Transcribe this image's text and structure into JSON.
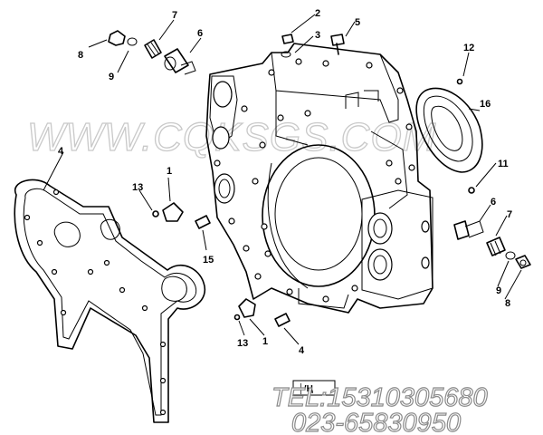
{
  "watermark": "WWW.CQKSGS.COM",
  "contact": {
    "tel": "TEL:15310305680",
    "phone": "023-65830950"
  },
  "figure_number": "│′Ң",
  "callouts": {
    "c1a": "1",
    "c1b": "1",
    "c2": "2",
    "c3": "3",
    "c4a": "4",
    "c4b": "4",
    "c5": "5",
    "c6a": "6",
    "c6b": "6",
    "c7a": "7",
    "c7b": "7",
    "c8a": "8",
    "c8b": "8",
    "c9a": "9",
    "c9b": "9",
    "c11": "11",
    "c12": "12",
    "c13a": "13",
    "c13b": "13",
    "c15": "15",
    "c16": "16"
  }
}
